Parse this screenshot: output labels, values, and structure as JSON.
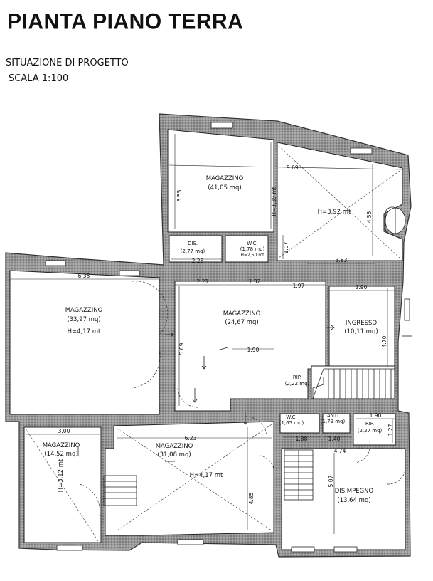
{
  "header": {
    "title": "PIANTA PIANO TERRA",
    "subtitle": "SITUAZIONE DI PROGETTO",
    "scale": "SCALA 1:100"
  },
  "rooms": {
    "magazzino_top": {
      "name": "MAGAZZINO",
      "area": "(41,05 mq)"
    },
    "upper_right": {
      "height": "H=3,92 mt"
    },
    "dis": {
      "name": "DIS.",
      "area": "(2,77 mq)"
    },
    "wc_top": {
      "name": "W.C.",
      "area": "(1,78 mq)",
      "height": "H=2,50 mt"
    },
    "magazzino_left": {
      "name": "MAGAZZINO",
      "area": "(33,97 mq)",
      "height": "H=4,17 mt"
    },
    "magazzino_center": {
      "name": "MAGAZZINO",
      "area": "(24,67 mq)"
    },
    "ingresso": {
      "name": "INGRESSO",
      "area": "(10,11 mq)"
    },
    "rip_stair": {
      "name": "RIP.",
      "area": "(2,22 mq)"
    },
    "wc_bottom": {
      "name": "W.C.",
      "area": "(1,65 mq)"
    },
    "anti": {
      "name": "ANTI",
      "area": "(1,79 mq)"
    },
    "rip_bottom": {
      "name": "RIP.",
      "area": "(2,27 mq)"
    },
    "magazzino_bl": {
      "name": "MAGAZZINO",
      "area": "(14,52 mq)",
      "height": "H=3,12 mt"
    },
    "magazzino_bc": {
      "name": "MAGAZZINO",
      "area": "(31,08 mq)",
      "height": "H=4,17 mt"
    },
    "disimpegno": {
      "name": "DISIMPEGNO",
      "area": "(13,64 mq)"
    }
  },
  "dimensions": {
    "d_9_69": "9.69",
    "d_5_55": "5.55",
    "d_h339": "H=3,39 mt",
    "d_4_55": "4.55",
    "d_1_07": "1.07",
    "d_3_83": "3.83",
    "d_2_28": "2.28",
    "d_6_35": "6.35",
    "d_2_21": "2.21",
    "d_1_32": "1.32",
    "d_1_97": "1.97",
    "d_2_90": "2.90",
    "d_5_69": "5.69",
    "d_1_90a": "1.90",
    "d_4_70": "4.70",
    "d_3_00": "3.00",
    "d_6_23": "6.23",
    "d_4_85": "4.85",
    "d_1_88": "1.88",
    "d_1_40": "1.40",
    "d_1_90b": "1.90",
    "d_1_27": "1.27",
    "d_4_74": "4.74",
    "d_5_07": "5.07"
  },
  "colors": {
    "wall": "#3a3a3a",
    "wall_fill": "#8c8c8c",
    "line": "#111111",
    "background": "#ffffff"
  }
}
